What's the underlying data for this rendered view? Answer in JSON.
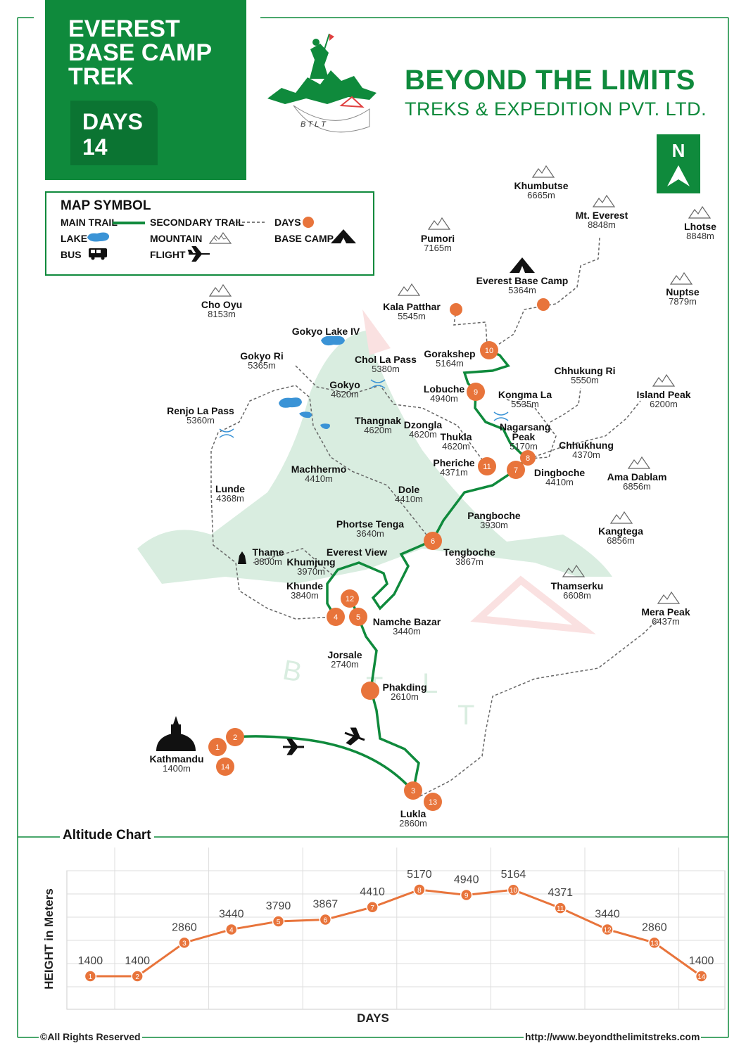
{
  "title": {
    "line1": "EVEREST",
    "line2": "BASE CAMP",
    "line3": "TREK",
    "days_label": "DAYS",
    "days_value": "14"
  },
  "logo_text": "B T L T",
  "brand": {
    "name": "BEYOND THE LIMITS",
    "sub": "TREKS & EXPEDITION PVT. LTD."
  },
  "north": "N",
  "legend": {
    "title": "MAP SYMBOL",
    "main_trail": "MAIN TRAIL",
    "secondary_trail": "SECONDARY TRAIL",
    "days": "DAYS",
    "lake": "LAKE",
    "mountain": "MOUNTAIN",
    "base_camp": "BASE CAMP",
    "bus": "BUS",
    "flight": "FLIGHT"
  },
  "places": {
    "khumbutse": {
      "name": "Khumbutse",
      "alt": "6665m"
    },
    "everest": {
      "name": "Mt. Everest",
      "alt": "8848m"
    },
    "lhotse": {
      "name": "Lhotse",
      "alt": "8848m"
    },
    "pumori": {
      "name": "Pumori",
      "alt": "7165m"
    },
    "ebc": {
      "name": "Everest Base Camp",
      "alt": "5364m"
    },
    "nuptse": {
      "name": "Nuptse",
      "alt": "7879m"
    },
    "choOyu": {
      "name": "Cho Oyu",
      "alt": "8153m"
    },
    "kalaPatthar": {
      "name": "Kala Patthar",
      "alt": "5545m"
    },
    "gokyoLake": {
      "name": "Gokyo Lake IV",
      "alt": ""
    },
    "gokyoRi": {
      "name": "Gokyo Ri",
      "alt": "5365m"
    },
    "cholaPass": {
      "name": "Chol La Pass",
      "alt": "5380m"
    },
    "gorakshep": {
      "name": "Gorakshep",
      "alt": "5164m"
    },
    "chhukungRi": {
      "name": "Chhukung Ri",
      "alt": "5550m"
    },
    "gokyo": {
      "name": "Gokyo",
      "alt": "4620m"
    },
    "lobuche": {
      "name": "Lobuche",
      "alt": "4940m"
    },
    "kongmaLa": {
      "name": "Kongma La",
      "alt": "5535m"
    },
    "islandPeak": {
      "name": "Island Peak",
      "alt": "6200m"
    },
    "renjoLa": {
      "name": "Renjo La Pass",
      "alt": "5360m"
    },
    "thangnak": {
      "name": "Thangnak",
      "alt": "4620m"
    },
    "dzongla": {
      "name": "Dzongla",
      "alt": "4620m"
    },
    "thukla": {
      "name": "Thukla",
      "alt": "4620m"
    },
    "nagarsang": {
      "name": "Nagarsang Peak",
      "alt": "5170m"
    },
    "chhukhung": {
      "name": "Chhukhung",
      "alt": "4370m"
    },
    "pheriche": {
      "name": "Pheriche",
      "alt": "4371m"
    },
    "dingboche": {
      "name": "Dingboche",
      "alt": "4410m"
    },
    "amaDablam": {
      "name": "Ama Dablam",
      "alt": "6856m"
    },
    "machhermo": {
      "name": "Machhermo",
      "alt": "4410m"
    },
    "dole": {
      "name": "Dole",
      "alt": "4410m"
    },
    "lunde": {
      "name": "Lunde",
      "alt": "4368m"
    },
    "pangboche": {
      "name": "Pangboche",
      "alt": "3930m"
    },
    "phortse": {
      "name": "Phortse Tenga",
      "alt": "3640m"
    },
    "kangtega": {
      "name": "Kangtega",
      "alt": "6856m"
    },
    "thame": {
      "name": "Thame",
      "alt": "3800m"
    },
    "everestView": {
      "name": "Everest View",
      "alt": ""
    },
    "khumjung": {
      "name": "Khumjung",
      "alt": "3970m"
    },
    "tengboche": {
      "name": "Tengboche",
      "alt": "3867m"
    },
    "khunde": {
      "name": "Khunde",
      "alt": "3840m"
    },
    "thamserku": {
      "name": "Thamserku",
      "alt": "6608m"
    },
    "namche": {
      "name": "Namche Bazar",
      "alt": "3440m"
    },
    "meraPeak": {
      "name": "Mera Peak",
      "alt": "6437m"
    },
    "jorsale": {
      "name": "Jorsale",
      "alt": "2740m"
    },
    "phakding": {
      "name": "Phakding",
      "alt": "2610m"
    },
    "kathmandu": {
      "name": "Kathmandu",
      "alt": "1400m"
    },
    "lukla": {
      "name": "Lukla",
      "alt": "2860m"
    }
  },
  "chart_data": {
    "type": "line",
    "title": "Altitude Chart",
    "xlabel": "DAYS",
    "ylabel": "HEIGHT in Meters",
    "x": [
      1,
      2,
      3,
      4,
      5,
      6,
      7,
      8,
      9,
      10,
      11,
      12,
      13,
      14
    ],
    "values": [
      1400,
      1400,
      2860,
      3440,
      3790,
      3867,
      4410,
      5170,
      4940,
      5164,
      4371,
      3440,
      2860,
      1400
    ],
    "grid": true,
    "color": "#e8743b"
  },
  "footer": {
    "rights": "©All Rights Reserved",
    "url": "http://www.beyondthelimitstreks.com"
  },
  "colors": {
    "green": "#0f8a3c",
    "orange": "#e8743b",
    "lake": "#3a93d6"
  }
}
